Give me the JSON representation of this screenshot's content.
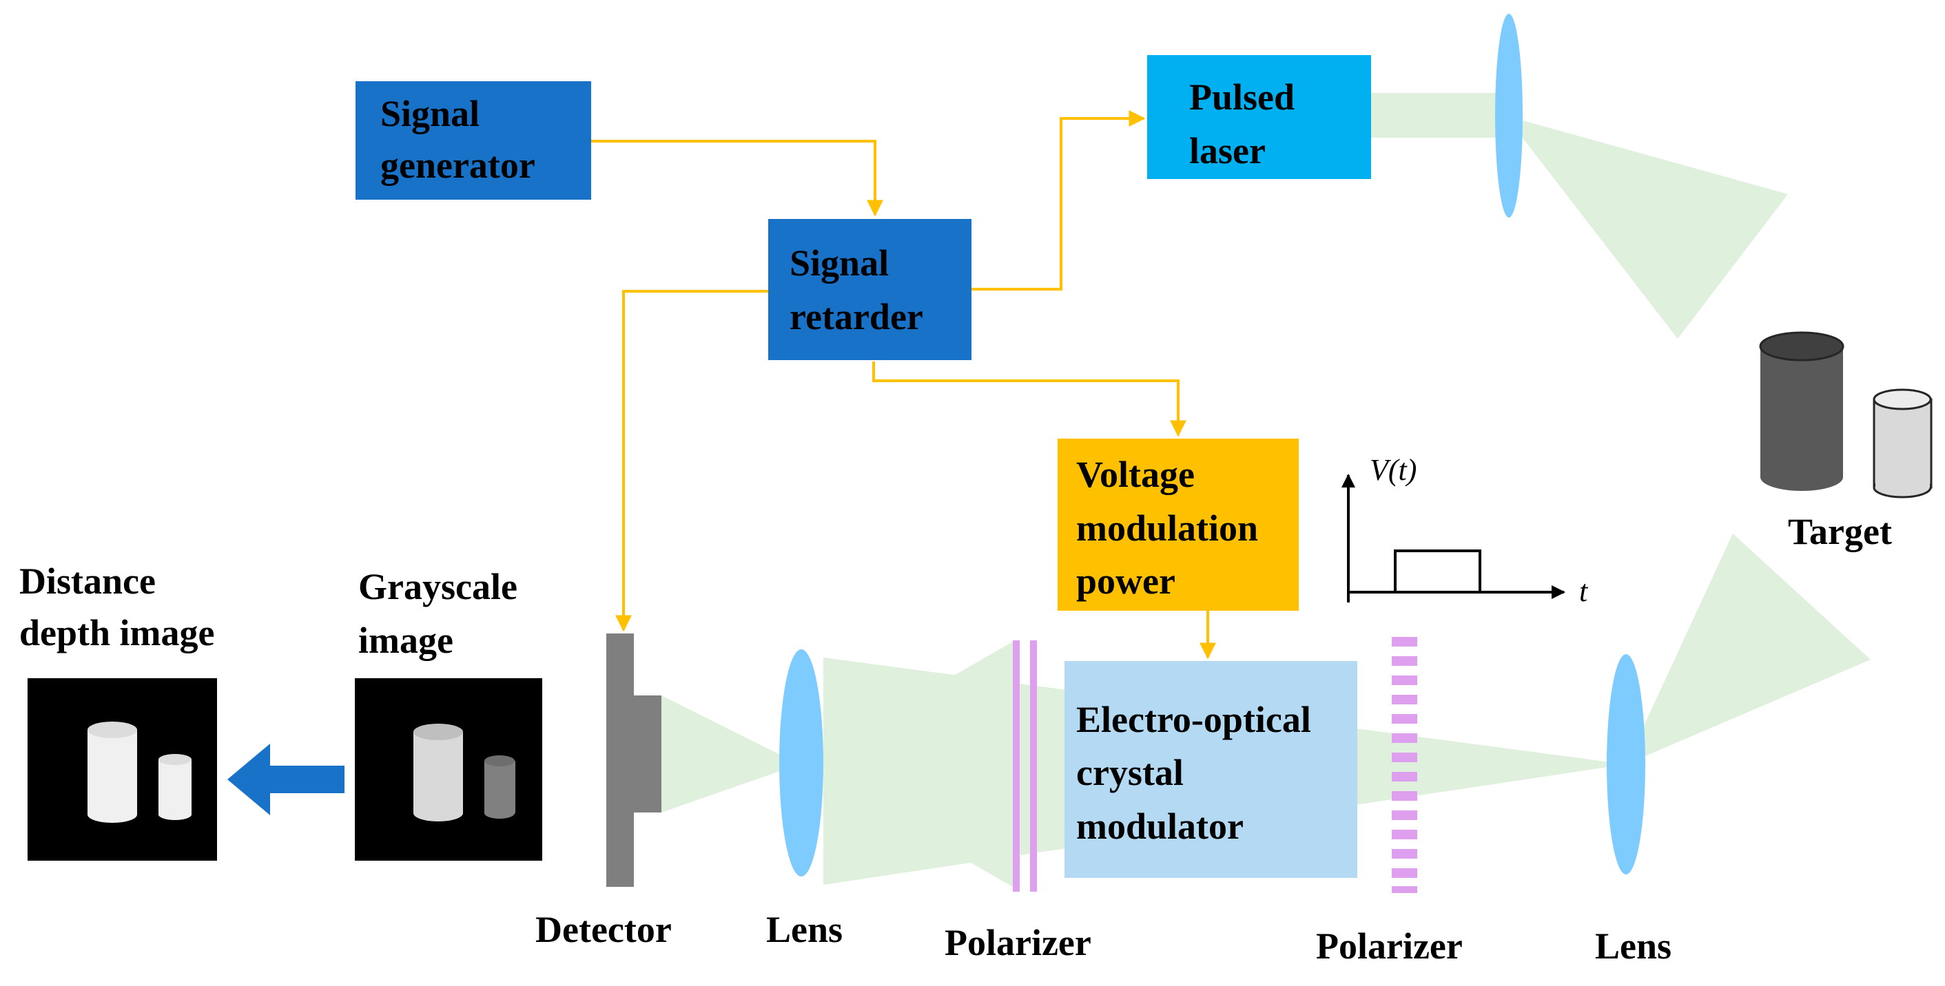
{
  "blocks": {
    "signal_generator": [
      "Signal",
      "generator"
    ],
    "signal_retarder": [
      "Signal",
      "retarder"
    ],
    "pulsed_laser": [
      "Pulsed",
      "laser"
    ],
    "voltage_power": [
      "Voltage",
      "modulation",
      "power"
    ],
    "eo_modulator": [
      "Electro-optical",
      "crystal",
      "modulator"
    ]
  },
  "labels": {
    "detector": "Detector",
    "lens_left": "Lens",
    "polarizer_left": "Polarizer",
    "polarizer_right": "Polarizer",
    "lens_right": "Lens",
    "target": "Target",
    "grayscale": [
      "Grayscale",
      "image"
    ],
    "depth": [
      "Distance",
      "depth image"
    ]
  },
  "graph": {
    "y_label": "V(t)",
    "x_label": "t"
  },
  "colors": {
    "blue_block": "#1872c8",
    "laser_block": "#00b0f0",
    "power_block": "#ffc000",
    "modulator_block": "#b4d9f2",
    "signal_line": "#ffc000",
    "beam": "#dff0dc",
    "lens": "#7ecbff",
    "polarizer": "#dd9fee",
    "arrow": "#1872c8"
  }
}
